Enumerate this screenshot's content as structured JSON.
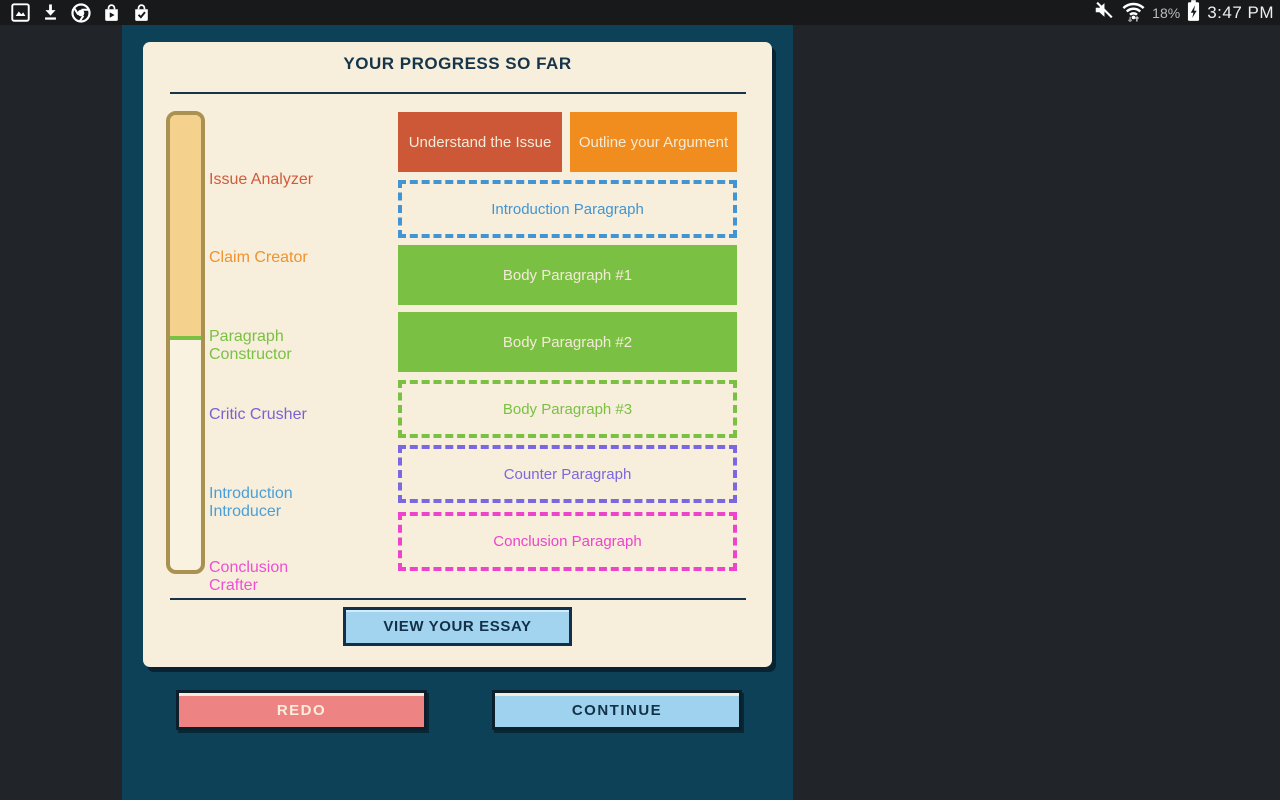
{
  "status_bar": {
    "time": "3:47 PM",
    "battery_percent": "18%",
    "battery_state": "charging",
    "left_icons": [
      "gallery-icon",
      "download-icon",
      "chrome-icon",
      "play-store-icon",
      "play-store-check-icon"
    ],
    "right_icons": [
      "mute-icon",
      "wifi-icon",
      "battery-icon"
    ]
  },
  "colors": {
    "background": "#212529",
    "statusbar": "#17191b",
    "panel": "#0d4157",
    "card": "#f7eedb",
    "dark_navy": "#16354a"
  },
  "progress_card": {
    "title": "YOUR PROGRESS SO FAR",
    "progress_bar": {
      "fill_color": "#f4d28d",
      "border_color": "#aa9152",
      "marker_color": "#7ac143",
      "unfilled_color": "#f9f2e1",
      "fill_height": "48.5%"
    },
    "stages": [
      {
        "label": "Issue Analyzer",
        "color": "#d15b3c"
      },
      {
        "label": "Claim Creator",
        "color": "#f0922d"
      },
      {
        "label": "Paragraph Constructor",
        "color": "#7ac143"
      },
      {
        "label": "Critic Crusher",
        "color": "#7a62d2"
      },
      {
        "label": "Introduction Introducer",
        "color": "#4a9fd8"
      },
      {
        "label": "Conclusion Crafter",
        "color": "#ee4fd4"
      }
    ],
    "blocks": [
      {
        "label": "Understand the Issue",
        "style": "solid",
        "color": "#cd5837",
        "text_color": "#f3ead7"
      },
      {
        "label": "Outline your Argument",
        "style": "solid",
        "color": "#f18c1e",
        "text_color": "#f3ead7"
      },
      {
        "label": "Introduction Paragraph",
        "style": "dashed",
        "color": "#4295d2"
      },
      {
        "label": "Body Paragraph #1",
        "style": "solid",
        "color": "#7ac143",
        "text_color": "#f3ead7"
      },
      {
        "label": "Body Paragraph #2",
        "style": "solid",
        "color": "#7ac143",
        "text_color": "#f3ead7"
      },
      {
        "label": "Body Paragraph #3",
        "style": "dashed",
        "color": "#7ac143"
      },
      {
        "label": "Counter Paragraph",
        "style": "dashed",
        "color": "#7b68e0"
      },
      {
        "label": "Conclusion Paragraph",
        "style": "dashed",
        "color": "#ee44cc"
      }
    ],
    "view_essay_button": "VIEW YOUR ESSAY"
  },
  "footer": {
    "redo_button": "REDO",
    "continue_button": "CONTINUE"
  }
}
